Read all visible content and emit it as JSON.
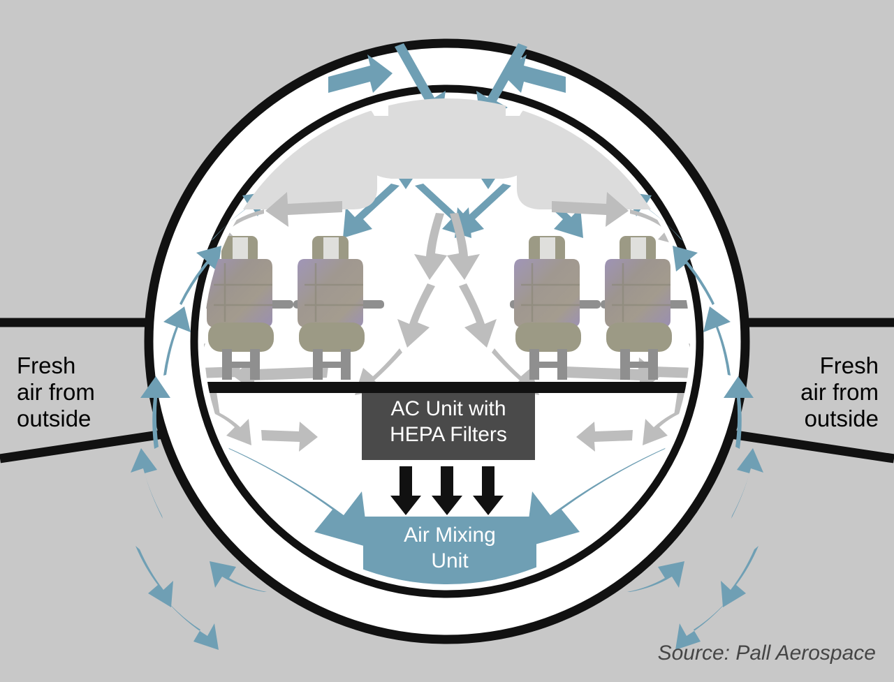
{
  "meta": {
    "title": "Aircraft Cabin Air Flow Diagram",
    "background_color": "#c8c8c8"
  },
  "labels": {
    "fresh_air_left": "Fresh\nair from\noutside",
    "fresh_air_right": "Fresh\nair from\noutside",
    "source": "Source: Pall Aerospace"
  },
  "components": {
    "ac_unit": {
      "label": "AC Unit with\nHEPA Filters",
      "fill": "#4a4a4a",
      "text_color": "#ffffff"
    },
    "air_mixing_unit": {
      "label": "Air Mixing\nUnit",
      "fill": "#6f9fb4",
      "text_color": "#ffffff"
    }
  },
  "colors": {
    "background": "#c8c8c8",
    "fuselage_outline": "#111111",
    "cabin_fill": "#ffffff",
    "fresh_air_arrow": "#6f9fb4",
    "recirculated_arrow": "#bdbdbd",
    "filtered_air_arrow": "#111111",
    "seat_back": "#9a8fb0",
    "seat_cushion": "#9c9a85",
    "seat_frame": "#8f8f8f",
    "overhead_bin": "#dcdcdc"
  },
  "flows": [
    {
      "name": "fresh-air-intake",
      "color": "#6f9fb4",
      "description": "Fresh air from outside enters through wing root into Air Mixing Unit"
    },
    {
      "name": "conditioned-air-supply",
      "color": "#6f9fb4",
      "description": "Conditioned air travels up the sidewall duct and enters cabin at ceiling vents"
    },
    {
      "name": "cabin-recirculation",
      "color": "#bdbdbd",
      "description": "Cabin air circulates down over seats and exits at floor level"
    },
    {
      "name": "filtered-air-to-mixer",
      "color": "#111111",
      "description": "Recirculated air passes through AC Unit with HEPA Filters down to the Air Mixing Unit"
    }
  ],
  "seat_groups": [
    {
      "name": "left-seat-pair",
      "count": 2
    },
    {
      "name": "right-seat-pair",
      "count": 2
    }
  ]
}
